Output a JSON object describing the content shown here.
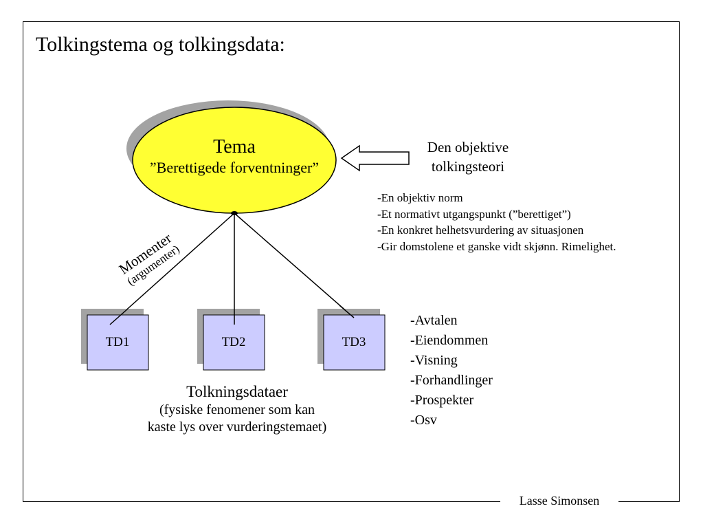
{
  "title": "Tolkingstema og tolkingsdata:",
  "theme": {
    "title": "Tema",
    "subtitle": "”Berettigede forventninger”",
    "colors": {
      "fill": "#ffff33",
      "shadow": "#a3a3a3"
    }
  },
  "theory": {
    "line1": "Den objektive",
    "line2": "tolkingsteori",
    "points": [
      "-En objektiv norm",
      "-Et normativt utgangspunkt (”berettiget”)",
      "-En konkret helhetsvurdering av situasjonen",
      "-Gir domstolene et ganske vidt skjønn. Rimelighet."
    ]
  },
  "connector_label": {
    "line1": "Momenter",
    "line2": "(argumenter)"
  },
  "data_boxes": {
    "labels": [
      "TD1",
      "TD2",
      "TD3"
    ],
    "colors": {
      "fill": "#ccccff",
      "shadow": "#a3a3a3"
    }
  },
  "data_description": {
    "line1": "Tolkningsdataer",
    "line2": "(fysiske fenomener som kan",
    "line3": "kaste lys over vurderingstemaet)"
  },
  "examples": [
    "-Avtalen",
    "-Eiendommen",
    "-Visning",
    "-Forhandlinger",
    "-Prospekter",
    "-Osv"
  ],
  "footer": "Lasse Simonsen"
}
